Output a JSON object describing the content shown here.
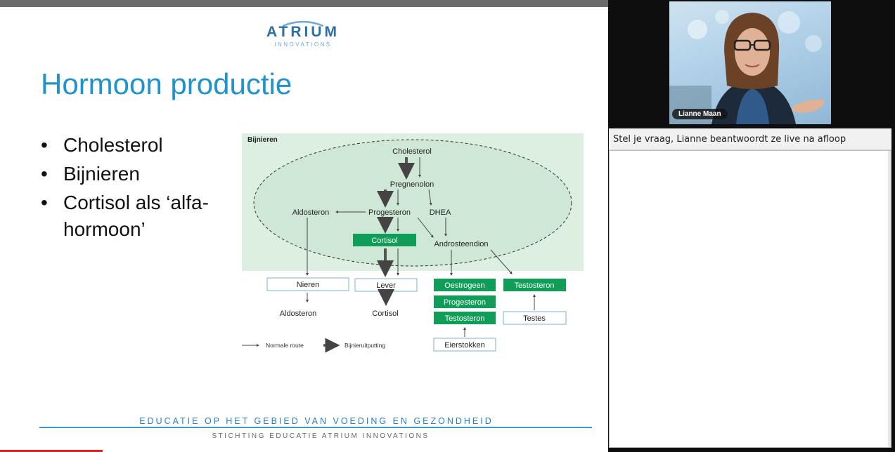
{
  "slide": {
    "logo_word": "ATRIUM",
    "logo_sub": "INNOVATIONS",
    "title": "Hormoon productie",
    "bullets": [
      "Cholesterol",
      "Bijnieren",
      "Cortisol als ‘alfa-hormoon’"
    ],
    "bullet_lines": [
      "Cholesterol",
      "Bijnieren",
      "Cortisol als ‘alfa-",
      "hormoon’"
    ],
    "bullet_symbol": "•",
    "footer_line1": "EDUCATIE OP HET GEBIED VAN VOEDING EN GEZONDHEID",
    "footer_line2": "STICHTING EDUCATIE ATRIUM INNOVATIONS"
  },
  "diagram": {
    "region_label": "Bijnieren",
    "nodes": {
      "cholesterol": "Cholesterol",
      "pregnenolon": "Pregnenolon",
      "aldosteron": "Aldosteron",
      "progesteron": "Progesteron",
      "dhea": "DHEA",
      "cortisol": "Cortisol",
      "androsteendion": "Androsteendion",
      "nieren": "Nieren",
      "lever": "Lever",
      "oestrogeen": "Oestrogeen",
      "progesteron_box": "Progesteron",
      "testosteron_box": "Testosteron",
      "testosteron_right": "Testosteron",
      "testes": "Testes",
      "eierstokken": "Eierstokken",
      "aldosteron_out": "Aldosteron",
      "cortisol_out": "Cortisol"
    },
    "legend": {
      "normal": "Normale route",
      "exhaustion": "Bijnieruitputting"
    },
    "colors": {
      "region_fill": "#dcefe1",
      "green": "#0f9d58",
      "box_border": "#7fb3c6"
    }
  },
  "presenter": {
    "name": "Lianne Maan"
  },
  "qa": {
    "title": "Stel je vraag, Lianne beantwoordt ze live na afloop"
  },
  "playback": {
    "progress_fraction": 0.115
  }
}
